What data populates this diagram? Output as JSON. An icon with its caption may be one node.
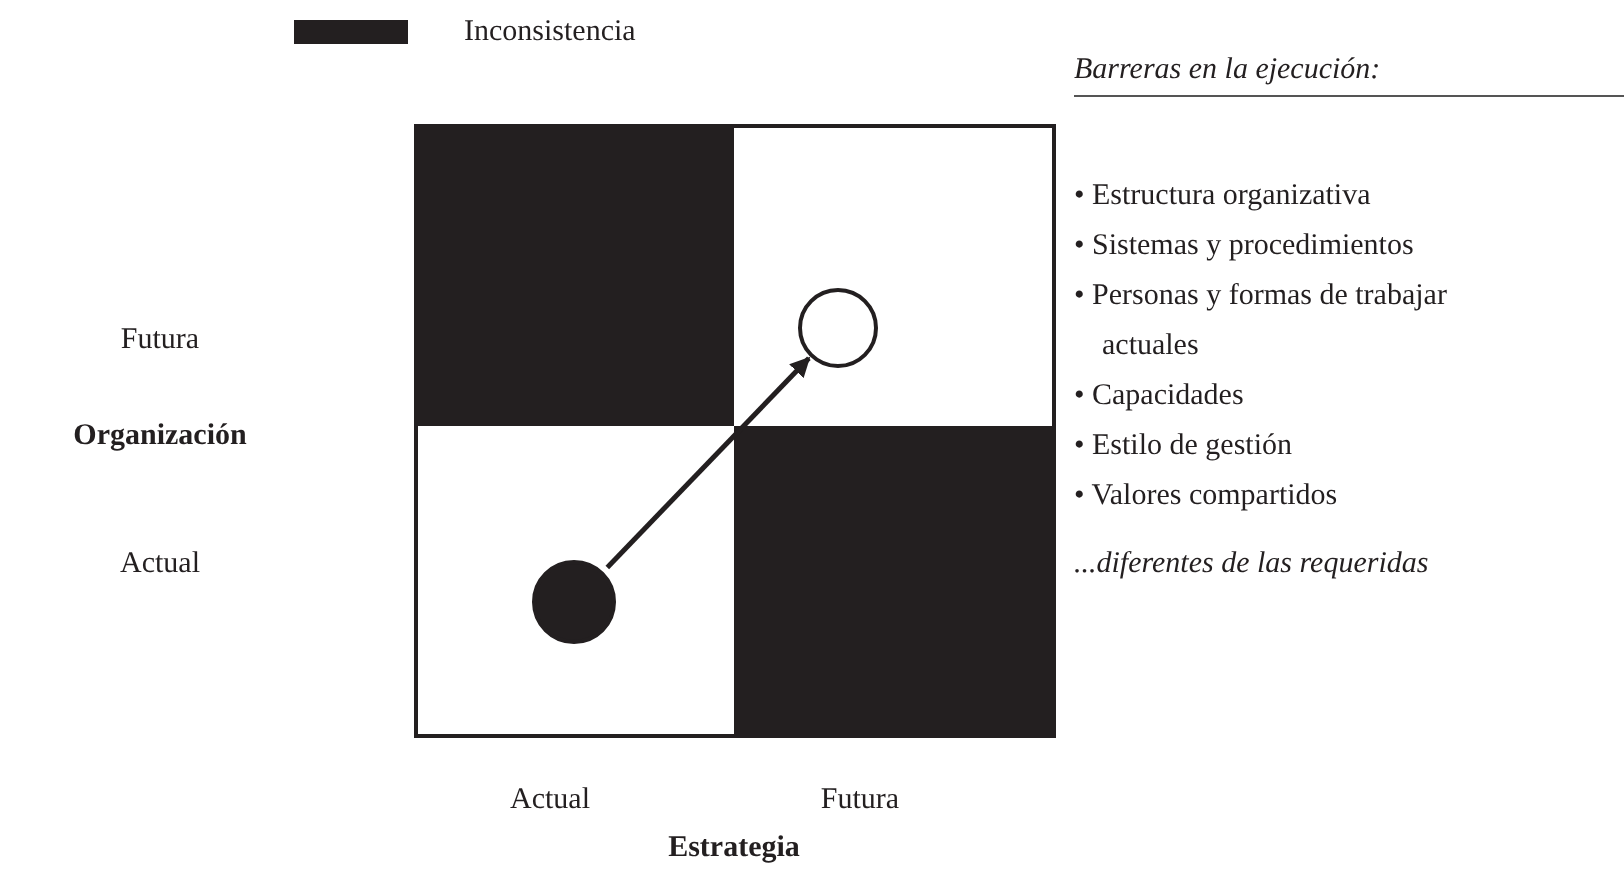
{
  "diagram": {
    "nodes": [
      {
        "text": [],
        "shape": "circle"
      },
      {
        "text": [],
        "shape": "circle"
      }
    ],
    "edges": [
      {
        "from": 0,
        "to": 1,
        "arrow": "to"
      }
    ],
    "labels": [
      "Barreras en la ejecución:",
      "Futura",
      "Organización",
      "Actual",
      "• Estructura organizativa",
      "• Sistemas y procedimientos",
      "• Personas y formas de trabajar actuales",
      "• Capacidades",
      "• Estilo de gestión",
      "• Valores compartidos",
      "...diferentes de las requeridas",
      "Actual",
      "Futura",
      "Estrategia"
    ],
    "legend": [
      {
        "text": "Inconsistencia",
        "color": "#231f20"
      }
    ]
  }
}
